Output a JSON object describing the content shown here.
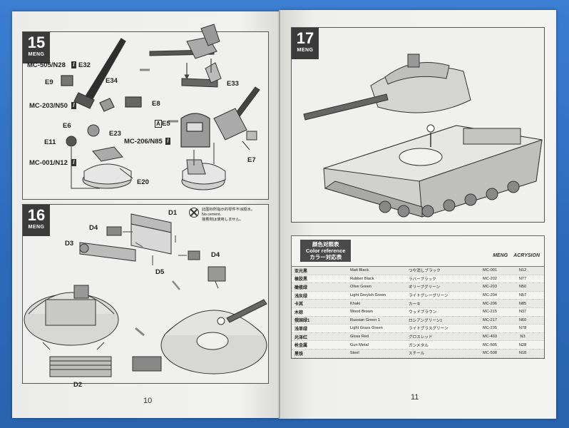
{
  "left_page": {
    "page_number": "10",
    "step15": {
      "number": "15",
      "brand": "MENG",
      "labels": {
        "mc505": "MC-505/N28",
        "e32": "E32",
        "e9": "E9",
        "e34": "E34",
        "e33": "E33",
        "e8": "E8",
        "mc203": "MC-203/N50",
        "a_mark": "A",
        "e5": "E5",
        "e6": "E6",
        "e11": "E11",
        "e23": "E23",
        "mc206": "MC-206/N85",
        "mc001": "MC-001/N12",
        "e7": "E7",
        "e20": "E20"
      }
    },
    "step16": {
      "number": "16",
      "brand": "MENG",
      "labels": {
        "d1": "D1",
        "d4a": "D4",
        "d3": "D3",
        "d4b": "D4",
        "d5": "D5",
        "d2": "D2"
      },
      "no_cement": {
        "zh": "此图标所指示的零件不涂胶水。",
        "en": "No cement.",
        "jp": "接着剤は使用しません。"
      }
    }
  },
  "right_page": {
    "page_number": "11",
    "step17": {
      "number": "17",
      "brand": "MENG"
    },
    "color_table": {
      "title_zh": "颜色对照表",
      "title_en": "Color reference",
      "title_jp": "カラー対応表",
      "brands": [
        "MENG",
        "ACRYSION"
      ],
      "rows": [
        {
          "zh": "亚光黑",
          "en": "Matt Black",
          "jp": "つや消しブラック",
          "code": "MC-001",
          "n": "N12"
        },
        {
          "zh": "橡胶黑",
          "en": "Rubber Black",
          "jp": "ラバーブラック",
          "code": "MC-202",
          "n": "N77"
        },
        {
          "zh": "橄榄绿",
          "en": "Olive Green",
          "jp": "オリーブグリーン",
          "code": "MC-203",
          "n": "N50"
        },
        {
          "zh": "浅灰绿",
          "en": "Light Greyish Green",
          "jp": "ライトグレーグリーン",
          "code": "MC-204",
          "n": "N57"
        },
        {
          "zh": "卡其",
          "en": "Khaki",
          "jp": "カーキ",
          "code": "MC-206",
          "n": "N85"
        },
        {
          "zh": "木棕",
          "en": "Wood Brown",
          "jp": "ウッドブラウン",
          "code": "MC-215",
          "n": "N37"
        },
        {
          "zh": "俄国绿1",
          "en": "Russian Green 1",
          "jp": "ロシアングリーン1",
          "code": "MC-217",
          "n": "N60"
        },
        {
          "zh": "浅草绿",
          "en": "Light Grass Green",
          "jp": "ライトグラスグリーン",
          "code": "MC-235",
          "n": "N78"
        },
        {
          "zh": "光泽红",
          "en": "Gloss Red",
          "jp": "グロスレッド",
          "code": "MC-403",
          "n": "N3"
        },
        {
          "zh": "枪金属",
          "en": "Gun Metal",
          "jp": "ガンメタル",
          "code": "MC-505",
          "n": "N28"
        },
        {
          "zh": "黑铁",
          "en": "Steel",
          "jp": "スチール",
          "code": "MC-508",
          "n": "N18"
        }
      ]
    }
  }
}
